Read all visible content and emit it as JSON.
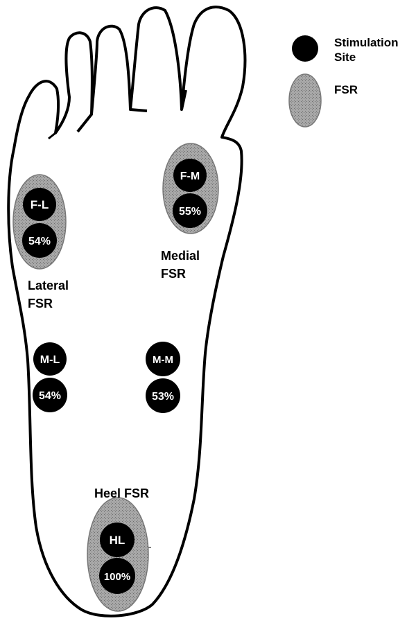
{
  "legend": {
    "stimulation_site": {
      "line1": "Stimulation",
      "line2": "Site",
      "swatch": "#000000"
    },
    "fsr": {
      "label": "FSR",
      "swatch": "#a6a6a6"
    }
  },
  "sensors": {
    "lateral": {
      "line1": "Lateral",
      "line2": "FSR"
    },
    "medial": {
      "line1": "Medial",
      "line2": "FSR"
    },
    "heel": {
      "label": "Heel FSR"
    }
  },
  "sites": {
    "forefoot_lateral": {
      "code": "F-L",
      "percent": "54%"
    },
    "forefoot_medial": {
      "code": "F-M",
      "percent": "55%"
    },
    "midfoot_lateral": {
      "code": "M-L",
      "percent": "54%"
    },
    "midfoot_medial": {
      "code": "M-M",
      "percent": "53%"
    },
    "heel_lateral": {
      "code": "HL",
      "percent": "100%"
    }
  },
  "colors": {
    "outline": "#000000",
    "site_fill": "#000000",
    "fsr_fill": "#a6a6a6",
    "text_on_site": "#ffffff"
  }
}
